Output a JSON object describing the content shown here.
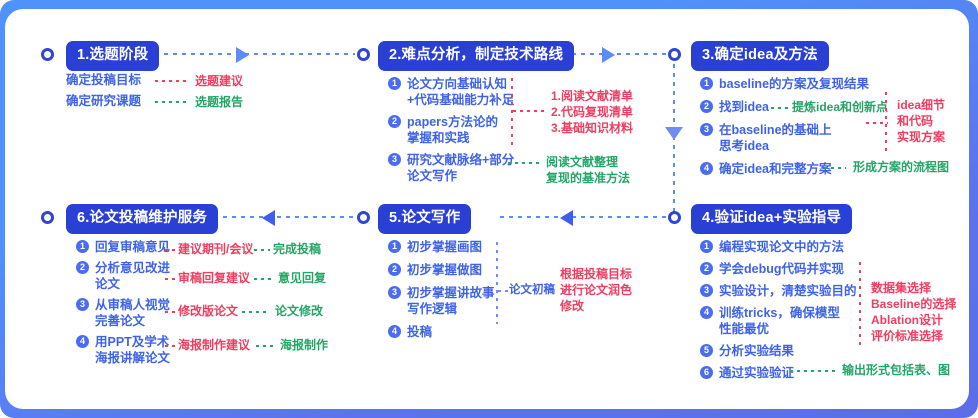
{
  "theme": {
    "frame_top": "#4f92fb",
    "frame_bottom": "#5b6ee8",
    "badge_bg": "#2a3fd4",
    "text_blue": "#3f63e8",
    "text_red": "#ef3e60",
    "text_green": "#23a566",
    "node_ring": "#2f45d6"
  },
  "stages": [
    {
      "id": "stage-1",
      "badge": "1.选题阶段",
      "items": [
        {
          "text": "确定投稿目标"
        },
        {
          "text": "确定研究课题"
        }
      ],
      "annotations": [
        {
          "color": "green",
          "text": "选题建议"
        },
        {
          "color": "green",
          "text": "选题报告"
        }
      ]
    },
    {
      "id": "stage-2",
      "badge": "2.难点分析，制定技术路线",
      "items": [
        {
          "num": "❶",
          "l1": "论文方向基础认知",
          "l2": "+代码基础能力补足"
        },
        {
          "num": "❷",
          "l1": "papers方法论的",
          "l2": "掌握和实践"
        },
        {
          "num": "❸",
          "l1": "研究文献脉络+部分",
          "l2": "论文写作"
        }
      ],
      "annotations": [
        {
          "color": "red",
          "lines": [
            "1.阅读文献清单",
            "2.代码复现清单",
            "3.基础知识材料"
          ]
        },
        {
          "color": "green",
          "lines": [
            "阅读文献整理",
            "复现的基准方法"
          ]
        }
      ]
    },
    {
      "id": "stage-3",
      "badge": "3.确定idea及方法",
      "items": [
        {
          "num": "❶",
          "l1": "baseline的方案及复现结果"
        },
        {
          "num": "❷",
          "l1": "找到idea"
        },
        {
          "num": "❸",
          "l1": "在baseline的基础上",
          "l2": "思考idea"
        },
        {
          "num": "❹",
          "l1": "确定idea和完整方案"
        }
      ],
      "annotations": [
        {
          "color": "green",
          "text": "提炼idea和创新点"
        },
        {
          "color": "red",
          "lines": [
            "idea细节",
            "和代码",
            "实现方案"
          ]
        },
        {
          "color": "green",
          "text": "形成方案的流程图"
        }
      ]
    },
    {
      "id": "stage-4",
      "badge": "4.验证idea+实验指导",
      "items": [
        {
          "num": "❶",
          "l1": "编程实现论文中的方法"
        },
        {
          "num": "❷",
          "l1": "学会debug代码并实现"
        },
        {
          "num": "❸",
          "l1": "实验设计，清楚实验目的"
        },
        {
          "num": "❹",
          "l1": "训练tricks，确保模型",
          "l2": "性能最优"
        },
        {
          "num": "❺",
          "l1": "分析实验结果"
        },
        {
          "num": "❻",
          "l1": "通过实验验证"
        }
      ],
      "annotations": [
        {
          "color": "red",
          "lines": [
            "数据集选择",
            "Baseline的选择",
            "Ablation设计",
            "评价标准选择"
          ]
        },
        {
          "color": "green",
          "text": "输出形式包括表、图"
        }
      ]
    },
    {
      "id": "stage-5",
      "badge": "5.论文写作",
      "items": [
        {
          "num": "❶",
          "l1": "初步掌握画图"
        },
        {
          "num": "❷",
          "l1": "初步掌握做图"
        },
        {
          "num": "❸",
          "l1": "初步掌握讲故事",
          "l2": "写作逻辑"
        },
        {
          "num": "❹",
          "l1": "投稿"
        }
      ],
      "annotations": [
        {
          "color": "blue",
          "text": "论文初稿"
        },
        {
          "color": "red",
          "lines": [
            "根据投稿目标",
            "进行论文润色",
            "修改"
          ]
        }
      ]
    },
    {
      "id": "stage-6",
      "badge": "6.论文投稿维护服务",
      "items": [
        {
          "num": "❶",
          "l1": "回复审稿意见"
        },
        {
          "num": "❷",
          "l1": "分析意见改进",
          "l2": "论文"
        },
        {
          "num": "❸",
          "l1": "从审稿人视觉",
          "l2": "完善论文"
        },
        {
          "num": "❹",
          "l1": "用PPT及学术",
          "l2": "海报讲解论文"
        }
      ],
      "annotations": [
        {
          "color": "red",
          "text": "建议期刊/会议"
        },
        {
          "color": "green",
          "text": "完成投稿"
        },
        {
          "color": "red",
          "text": "审稿回复建议"
        },
        {
          "color": "green",
          "text": "意见回复"
        },
        {
          "color": "red",
          "text": "修改版论文"
        },
        {
          "color": "green",
          "text": "论文修改"
        },
        {
          "color": "red",
          "text": "海报制作建议"
        },
        {
          "color": "green",
          "text": "海报制作"
        }
      ]
    }
  ]
}
